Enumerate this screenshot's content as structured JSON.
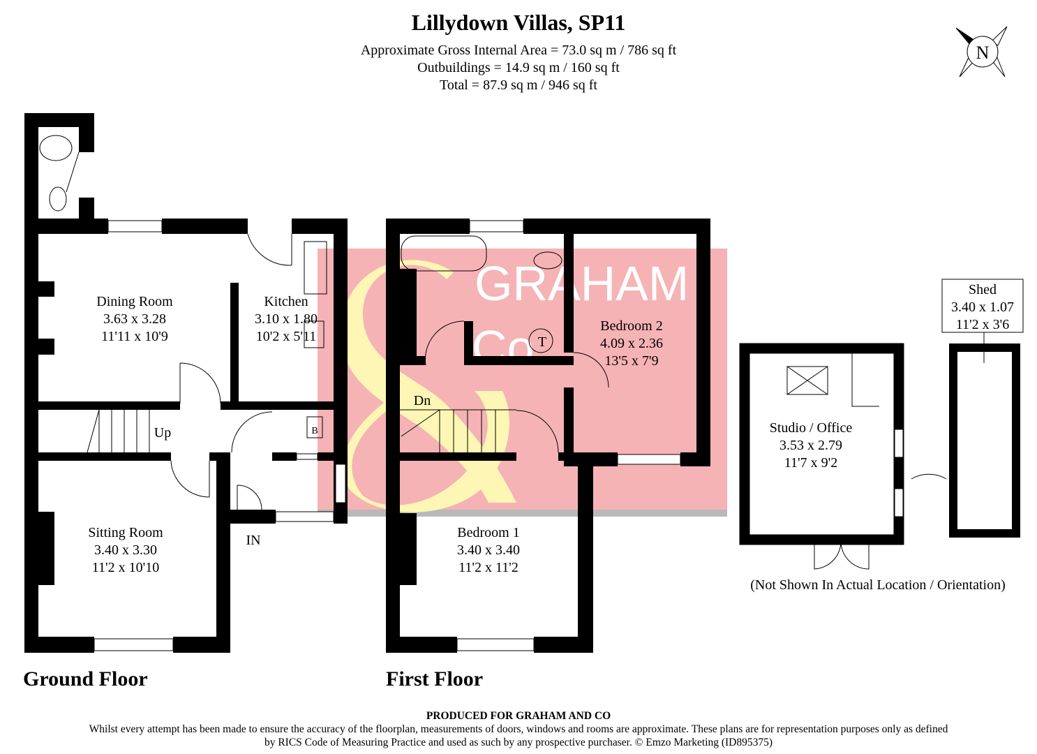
{
  "header": {
    "title": "Lillydown Villas, SP11",
    "lines": [
      "Approximate Gross Internal Area = 73.0 sq m / 786 sq ft",
      "Outbuildings = 14.9 sq m / 160 sq ft",
      "Total = 87.9 sq m / 946 sq ft"
    ]
  },
  "compass": {
    "label": "N"
  },
  "watermark": {
    "line1": "GRAHAM",
    "line2": "Co",
    "bg": "#f5b3b5",
    "accent": "#fdf6b4"
  },
  "rooms": {
    "dining": [
      "Dining Room",
      "3.63 x 3.28",
      "11'11 x 10'9"
    ],
    "kitchen": [
      "Kitchen",
      "3.10 x 1.80",
      "10'2 x 5'11"
    ],
    "sitting": [
      "Sitting Room",
      "3.40 x 3.30",
      "11'2 x 10'10"
    ],
    "bedroom2": [
      "Bedroom 2",
      "4.09 x 2.36",
      "13'5 x 7'9"
    ],
    "bedroom1": [
      "Bedroom 1",
      "3.40 x 3.40",
      "11'2 x 11'2"
    ],
    "studio": [
      "Studio / Office",
      "3.53 x 2.79",
      "11'7 x 9'2"
    ],
    "shed": [
      "Shed",
      "3.40 x 1.07",
      "11'2 x 3'6"
    ]
  },
  "labels": {
    "up": "Up",
    "dn": "Dn",
    "in": "IN",
    "boiler": "B",
    "tank": "T",
    "note": "(Not Shown In Actual Location / Orientation)"
  },
  "floors": {
    "ground": "Ground Floor",
    "first": "First Floor"
  },
  "footer": {
    "produced": "PRODUCED FOR GRAHAM AND CO",
    "disclaimer": "Whilst every attempt has been made to ensure the accuracy of the floorplan, measurements of doors, windows and rooms are approximate. These plans are for representation purposes only as defined by RICS Code of Measuring Practice and used as such by any prospective purchaser. © Emzo Marketing (ID895375)"
  }
}
